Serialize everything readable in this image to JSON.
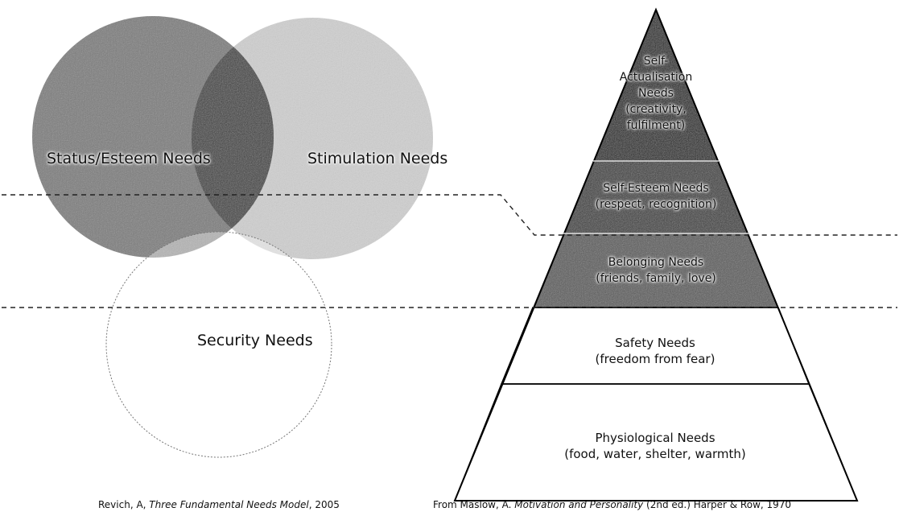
{
  "venn": {
    "status_label": "Status/Esteem Needs",
    "stimulation_label": "Stimulation Needs",
    "security_label": "Security Needs",
    "caption_prefix": "Revich, A, ",
    "caption_title": "Three Fundamental Needs Model",
    "caption_suffix": ", 2005"
  },
  "pyramid": {
    "levels": [
      {
        "line1": "Self-",
        "line2": "Actualisation",
        "line3": "Needs",
        "line4": "(creativity,",
        "line5": "fulfilment)"
      },
      {
        "line1": "Self-Esteem Needs",
        "line2": "(respect, recognition)"
      },
      {
        "line1": "Belonging Needs",
        "line2": "(friends, family, love)"
      },
      {
        "line1": "Safety Needs",
        "line2": "(freedom from fear)"
      },
      {
        "line1": "Physiological Needs",
        "line2": "(food, water, shelter, warmth)"
      }
    ],
    "caption_prefix": "From Maslow, A. ",
    "caption_title": "Motivation and Personality",
    "caption_suffix": " (2nd ed.) Harper & Row, 1970"
  },
  "colors": {
    "status_circle": "#7a7a7a",
    "stimulation_circle": "#cfcfcf",
    "overlap": "#3a3a3a",
    "pyramid_top": "#1a1a1a",
    "pyramid_esteem": "#3a3a3a",
    "pyramid_belonging": "#585858"
  }
}
